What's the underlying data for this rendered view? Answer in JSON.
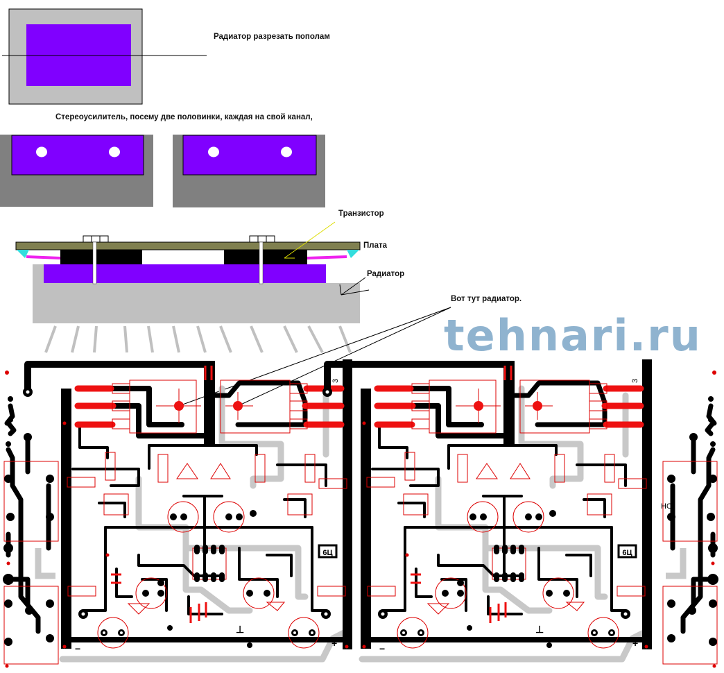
{
  "labels": {
    "cut_radiator": "Радиатор разрезать  пополам",
    "stereo_note": "Стереоусилитель, посему две половинки, каждая на свой канал,",
    "transistor": "Транзистор",
    "board": "Плата",
    "radiator": "Радиатор",
    "radiator_here": "Вот тут радиатор."
  },
  "pcb": {
    "minus": "−",
    "plus": "+",
    "ground": "⊥",
    "pin_label": "3",
    "chip_mark": "6Ц",
    "ho_label": "НО"
  },
  "watermark": "tehnari.ru",
  "colors": {
    "radiator_gray": "#c0c0c0",
    "purple": "#8000ff",
    "board_olive": "#808050",
    "trace_black": "#000000",
    "pad_red": "#ee0000"
  }
}
